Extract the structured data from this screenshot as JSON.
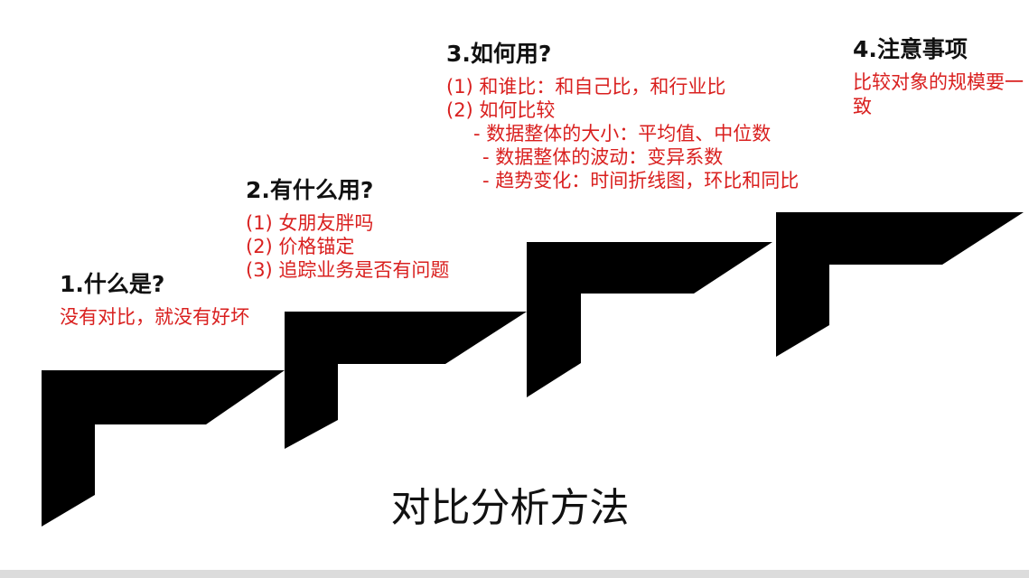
{
  "steps": [
    {
      "title": "1.什么是?",
      "lines": [
        "没有对比，就没有好坏"
      ]
    },
    {
      "title": "2.有什么用?",
      "lines": [
        "(1) 女朋友胖吗",
        "(2) 价格锚定",
        "(3) 追踪业务是否有问题"
      ]
    },
    {
      "title": "3.如何用?",
      "lines": [
        "(1) 和谁比：和自己比，和行业比",
        "(2) 如何比较",
        "-  数据整体的大小：平均值、中位数",
        "- 数据整体的波动：变异系数",
        "- 趋势变化：时间折线图，环比和同比"
      ]
    },
    {
      "title": "4.注意事项",
      "lines": [
        "比较对象的规模要一致"
      ]
    }
  ],
  "main_title": "对比分析方法",
  "colors": {
    "title": "#111111",
    "text": "#d9201f",
    "stairs": "#000000"
  }
}
